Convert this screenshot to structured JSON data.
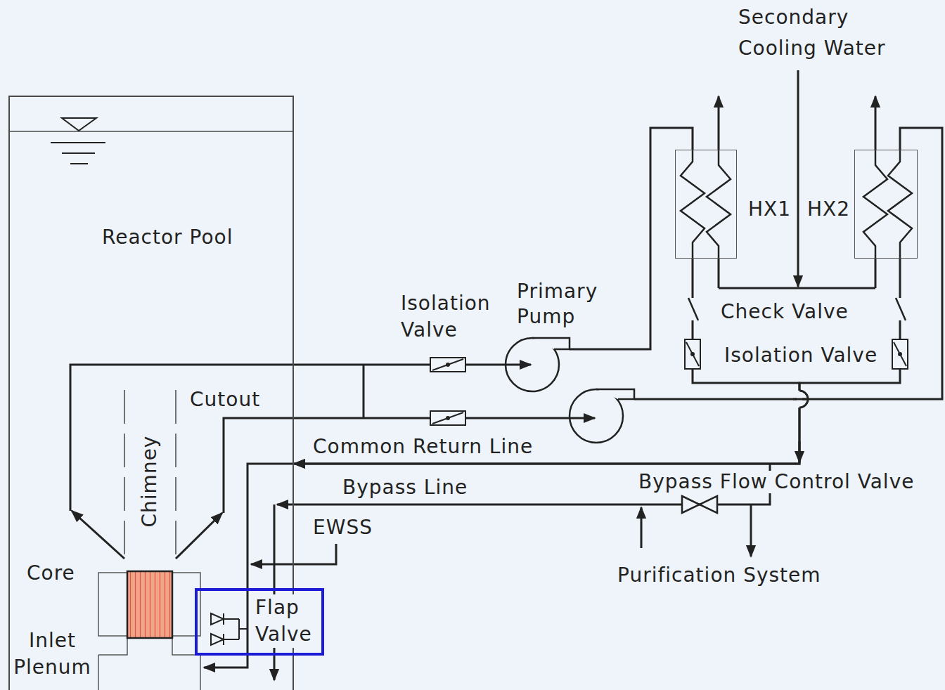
{
  "diagram": {
    "nodes": [
      {
        "text": [
          "Reactor Pool"
        ]
      },
      {
        "text": [
          "HX1"
        ]
      },
      {
        "text": [
          "HX2"
        ]
      },
      {
        "text": [
          "Flap Valve"
        ]
      }
    ],
    "edges": [
      {
        "from": 0,
        "to": 1,
        "arrow": "none"
      },
      {
        "from": 0,
        "to": 2,
        "arrow": "none"
      },
      {
        "from": 1,
        "to": 0,
        "arrow": "to"
      },
      {
        "from": 2,
        "to": 0,
        "arrow": "to"
      }
    ],
    "labels": [
      "Secondary Cooling Water",
      "Isolation Valve",
      "Primary Pump",
      "Check Valve",
      "Isolation Valve",
      "Cutout",
      "Chimney",
      "Common Return Line",
      "Bypass Line",
      "Bypass Flow Control Valve",
      "EWSS",
      "Core",
      "Purification System",
      "Inlet Plenum"
    ]
  }
}
